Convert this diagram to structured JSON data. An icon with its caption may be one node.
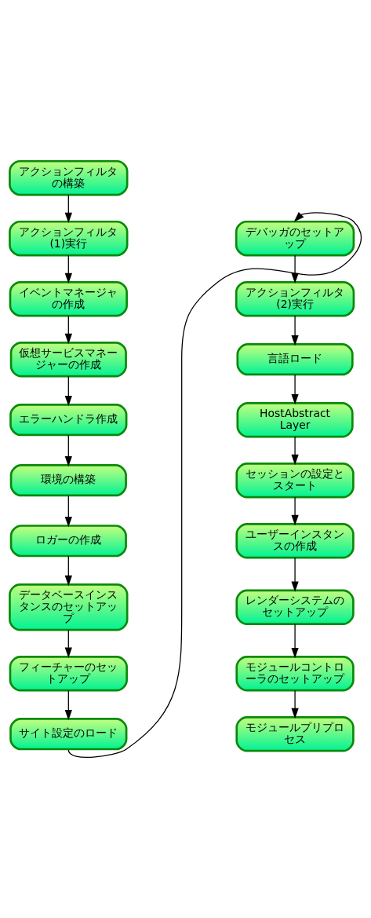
{
  "diagram": {
    "nodes": [
      {
        "text": [
          "アクションフィルタの構築"
        ]
      },
      {
        "text": [
          "アクションフィルタ(1)実行"
        ]
      },
      {
        "text": [
          "イベントマネージャの作成"
        ]
      },
      {
        "text": [
          "仮想サービスマネージャーの作成"
        ]
      },
      {
        "text": [
          "エラーハンドラ作成"
        ]
      },
      {
        "text": [
          "環境の構築"
        ]
      },
      {
        "text": [
          "ロガーの作成"
        ]
      },
      {
        "text": [
          "データベースインスタンスのセットアップ"
        ]
      },
      {
        "text": [
          "フィーチャーのセットアップ"
        ]
      },
      {
        "text": [
          "サイト設定のロード"
        ]
      },
      {
        "text": [
          "デバッガのセットアップ"
        ]
      },
      {
        "text": [
          "アクションフィルタ(2)実行"
        ]
      },
      {
        "text": [
          "言語ロード"
        ]
      },
      {
        "text": [
          "HostAbstract Layer"
        ]
      },
      {
        "text": [
          "セッションの設定とスタート"
        ]
      },
      {
        "text": [
          "ユーザーインスタンスの作成"
        ]
      },
      {
        "text": [
          "レンダーシステムのセットアップ"
        ]
      },
      {
        "text": [
          "モジュールコントローラのセットアップ"
        ]
      },
      {
        "text": [
          "モジュールプリプロセス"
        ]
      }
    ],
    "edges": [
      {
        "from": 0,
        "to": 1,
        "arrow": "to"
      },
      {
        "from": 1,
        "to": 2,
        "arrow": "to"
      },
      {
        "from": 2,
        "to": 3,
        "arrow": "to"
      },
      {
        "from": 3,
        "to": 4,
        "arrow": "to"
      },
      {
        "from": 4,
        "to": 5,
        "arrow": "to"
      },
      {
        "from": 5,
        "to": 6,
        "arrow": "to"
      },
      {
        "from": 6,
        "to": 7,
        "arrow": "to"
      },
      {
        "from": 7,
        "to": 8,
        "arrow": "to"
      },
      {
        "from": 8,
        "to": 9,
        "arrow": "to"
      },
      {
        "from": 9,
        "to": 10,
        "arrow": "to"
      },
      {
        "from": 10,
        "to": 11,
        "arrow": "to"
      },
      {
        "from": 11,
        "to": 12,
        "arrow": "to"
      },
      {
        "from": 12,
        "to": 13,
        "arrow": "to"
      },
      {
        "from": 13,
        "to": 14,
        "arrow": "to"
      },
      {
        "from": 14,
        "to": 15,
        "arrow": "to"
      },
      {
        "from": 15,
        "to": 16,
        "arrow": "to"
      },
      {
        "from": 16,
        "to": 17,
        "arrow": "to"
      },
      {
        "from": 17,
        "to": 18,
        "arrow": "to"
      }
    ]
  }
}
